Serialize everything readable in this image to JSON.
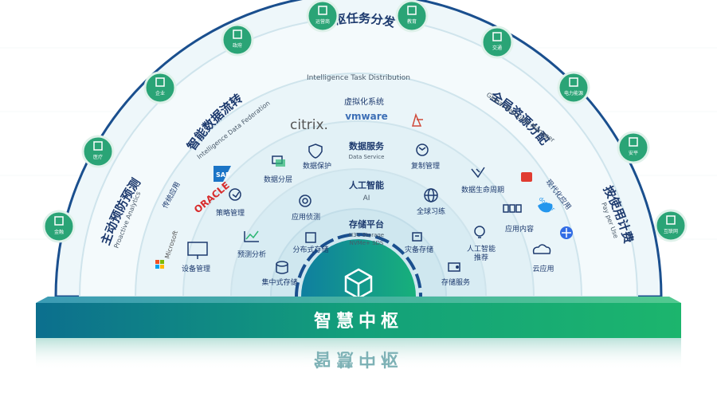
{
  "title": "智慧中枢",
  "ring_titles": {
    "outer_top_zh": "中枢任务分发",
    "outer_top_en": "Intelligence Task Distribution",
    "outer_left_zh": "智能数据流转",
    "outer_left_en": "Intelligence Data Federation",
    "outer_right_zh": "全局资源分配",
    "outer_right_en": "Global Resource Manager",
    "edge_left_zh": "主动预防预测",
    "edge_left_en": "Proactive Analytics",
    "edge_right_zh": "按使用计费",
    "edge_right_en": "Pay per Use"
  },
  "layers": {
    "virtualization": "虚拟化系统",
    "data_service_zh": "数据服务",
    "data_service_en": "Data Service",
    "ai_zh": "人工智能",
    "ai_en": "AI",
    "storage_zh": "存储平台",
    "storage_en1": "H3C Storage",
    "storage_en2": "NVMe+ SDS"
  },
  "vendor_logos": {
    "citrix": "citrix.",
    "vmware": "vmware",
    "oracle": "ORACLE",
    "sap": "SAP",
    "microsoft": "Microsoft",
    "docker": "docker"
  },
  "features": {
    "data_layering": "数据分层",
    "data_protection": "数据保护",
    "replication": "复制管理",
    "lifecycle": "数据生命周期",
    "policy_mgmt": "策略管理",
    "app_detect": "应用侦测",
    "global_learning": "全球习练",
    "app_content": "应用内容",
    "predictive": "预测分析",
    "distributed": "分布式存储",
    "disaster": "灾备存储",
    "ai_recommend_1": "人工智能",
    "ai_recommend_2": "推荐",
    "cloud_app": "云应用",
    "device_mgmt": "设备管理",
    "centralized": "集中式存储",
    "storage_service": "存储服务",
    "traditional": "传统应用",
    "modern": "现代化应用"
  },
  "industries": [
    "金融",
    "医疗",
    "企业",
    "政府",
    "运营商",
    "教育",
    "交通",
    "电力能源",
    "安平",
    "互联网"
  ],
  "colors": {
    "teal": "#0f8f8a",
    "green": "#14a36b",
    "navy": "#1d3a6e",
    "accent_green": "#2bb673"
  }
}
